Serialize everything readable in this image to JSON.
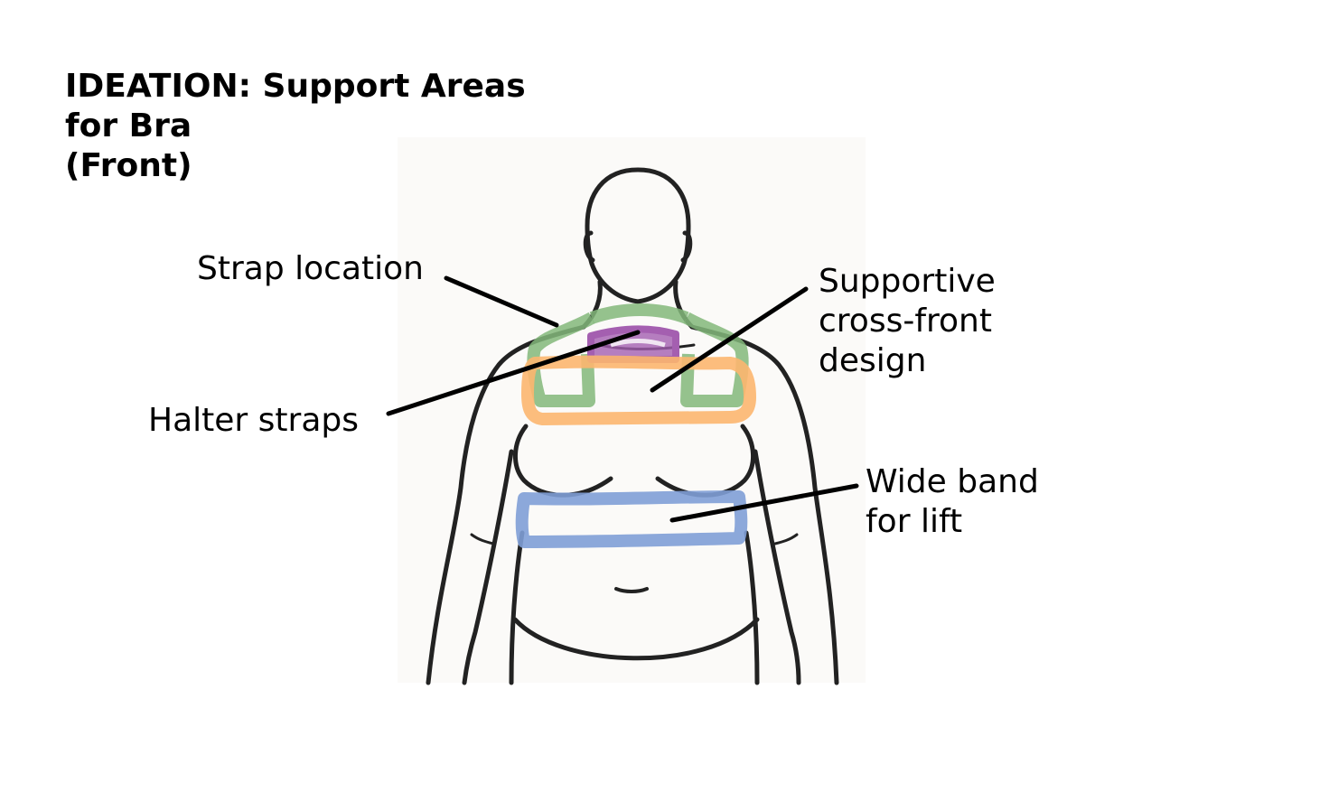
{
  "title": {
    "line1": "IDEATION: Support Areas",
    "line2": "for Bra",
    "line3": "(Front)"
  },
  "labels": {
    "strap_location": "Strap location",
    "halter_straps": "Halter straps",
    "supportive_cross_front": {
      "line1": "Supportive",
      "line2": "cross-front",
      "line3": "design"
    },
    "wide_band": {
      "line1": "Wide band",
      "line2": "for lift"
    }
  },
  "colors": {
    "outline": "#222222",
    "strap_green": "#82b77a",
    "halter_purple": "#a45fb0",
    "cross_front_orange": "#fcb66f",
    "band_blue": "#7f9fd6",
    "paper": "#fbfaf8",
    "leader_line": "#000000"
  }
}
